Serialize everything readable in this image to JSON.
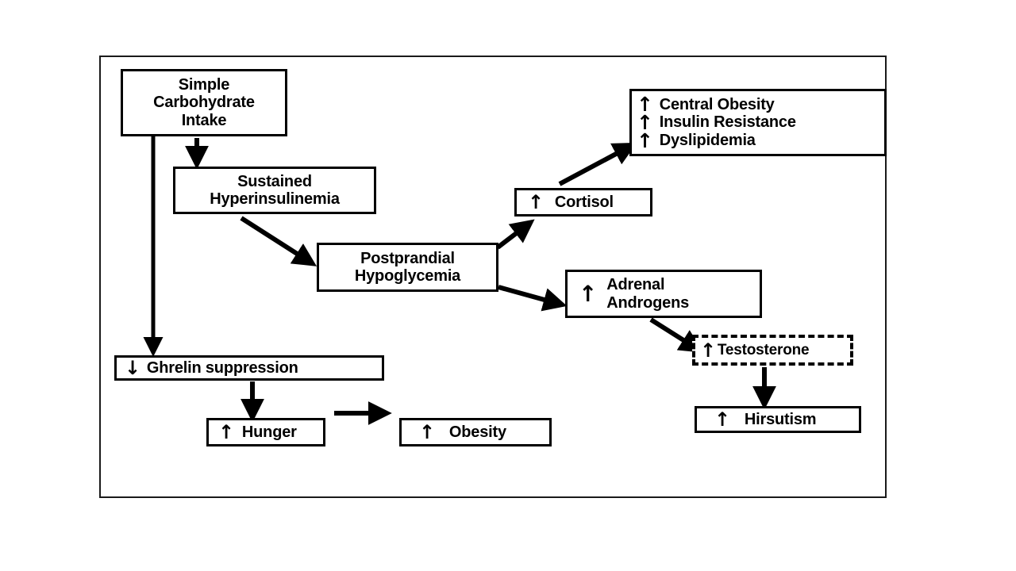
{
  "figure": {
    "title": "Pathophysiology flow diagram: simple carbohydrate intake cascade",
    "background": "#ffffff",
    "line_color": "#000000",
    "frame_color": "#1a1a1a"
  },
  "glyphs": {
    "up": "↑",
    "down": "↓"
  },
  "nodes": [
    {
      "id": "simple-carb",
      "label": "Simple\nCarbohydrate\nIntake",
      "arrow": "",
      "border": "solid"
    },
    {
      "id": "sustained",
      "label": "Sustained\nHyperinsulinemia",
      "arrow": "",
      "border": "solid"
    },
    {
      "id": "postprandial",
      "label": "Postprandial\nHypoglycemia",
      "arrow": "",
      "border": "solid"
    },
    {
      "id": "cortisol",
      "label": "Cortisol",
      "arrow": "↑",
      "border": "solid"
    },
    {
      "id": "central-obesity",
      "label": "Central Obesity\nInsulin Resistance\nDyslipidemia",
      "arrow": "↑↑↑",
      "border": "solid"
    },
    {
      "id": "adrenal",
      "label": "Adrenal\nAndrogens",
      "arrow": "↑",
      "border": "solid"
    },
    {
      "id": "testosterone",
      "label": "Testosterone",
      "arrow": "↑",
      "border": "dashed"
    },
    {
      "id": "hirsutism",
      "label": "Hirsutism",
      "arrow": "↑",
      "border": "solid"
    },
    {
      "id": "ghrelin",
      "label": "Ghrelin suppression",
      "arrow": "↓",
      "border": "solid"
    },
    {
      "id": "hunger",
      "label": "Hunger",
      "arrow": "↑",
      "border": "solid"
    },
    {
      "id": "obesity",
      "label": "Obesity",
      "arrow": "↑",
      "border": "solid"
    }
  ],
  "node_text": {
    "simple_carb": "Simple\nCarbohydrate\nIntake",
    "sustained": "Sustained\nHyperinsulinemia",
    "postprandial": "Postprandial\nHypoglycemia",
    "cortisol": "Cortisol",
    "central_obesity": "Central Obesity\nInsulin Resistance\nDyslipidemia",
    "adrenal": "Adrenal\nAndrogens",
    "testosterone": "Testosterone",
    "hirsutism": "Hirsutism",
    "ghrelin": "Ghrelin suppression",
    "hunger": "Hunger",
    "obesity": "Obesity"
  },
  "node_arrows": {
    "cortisol": "↑",
    "adrenal": "↑",
    "testosterone": "↑",
    "hirsutism": "↑",
    "ghrelin": "↓",
    "hunger": "↑",
    "obesity": "↑",
    "central_obesity_1": "↑",
    "central_obesity_2": "↑",
    "central_obesity_3": "↑"
  },
  "connectors": [
    {
      "id": "carb-to-sustained",
      "from": "simple-carb",
      "to": "sustained",
      "style": "straight-down"
    },
    {
      "id": "carb-to-ghrelin",
      "from": "simple-carb",
      "to": "ghrelin",
      "style": "straight-down-long"
    },
    {
      "id": "sustained-to-postprandial",
      "from": "sustained",
      "to": "postprandial",
      "style": "diagonal-down-right"
    },
    {
      "id": "postprandial-to-cortisol",
      "from": "postprandial",
      "to": "cortisol",
      "style": "diagonal-up-right"
    },
    {
      "id": "postprandial-to-adrenal",
      "from": "postprandial",
      "to": "adrenal",
      "style": "diagonal-down-right"
    },
    {
      "id": "cortisol-to-central",
      "from": "cortisol",
      "to": "central-obesity",
      "style": "diagonal-up-right"
    },
    {
      "id": "adrenal-to-testosterone",
      "from": "adrenal",
      "to": "testosterone",
      "style": "diagonal-down-right"
    },
    {
      "id": "testosterone-to-hirsutism",
      "from": "testosterone",
      "to": "hirsutism",
      "style": "straight-down"
    },
    {
      "id": "ghrelin-to-hunger",
      "from": "ghrelin",
      "to": "hunger",
      "style": "straight-down"
    },
    {
      "id": "hunger-to-obesity",
      "from": "hunger",
      "to": "obesity",
      "style": "straight-right"
    }
  ]
}
